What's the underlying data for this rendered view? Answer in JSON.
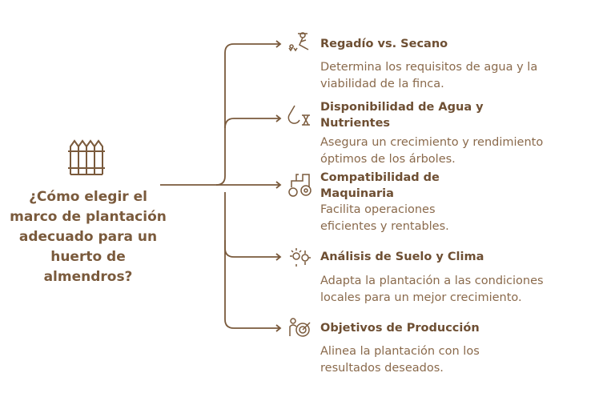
{
  "question": "¿Cómo elegir el marco de plantación adecuado para un huerto de almendros?",
  "items": [
    {
      "title": "Regadío vs. Secano",
      "desc": "Determina los requisitos de agua y la viabilidad de la finca.",
      "icon": "irrigation-farmer-icon"
    },
    {
      "title": "Disponibilidad de Agua y Nutrientes",
      "desc": "Asegura un crecimiento y rendimiento óptimos de los árboles.",
      "icon": "water-drop-dna-icon"
    },
    {
      "title": "Compatibilidad de Maquinaria",
      "desc": "Facilita operaciones eficientes y rentables.",
      "icon": "tractor-icon"
    },
    {
      "title": "Análisis de Suelo y Clima",
      "desc": "Adapta la plantación a las condiciones locales para un mejor crecimiento.",
      "icon": "sun-gear-icon"
    },
    {
      "title": "Objetivos de Producción",
      "desc": "Alinea la plantación con los resultados deseados.",
      "icon": "target-person-icon"
    }
  ],
  "colors": {
    "primary": "#7a5a3c"
  }
}
